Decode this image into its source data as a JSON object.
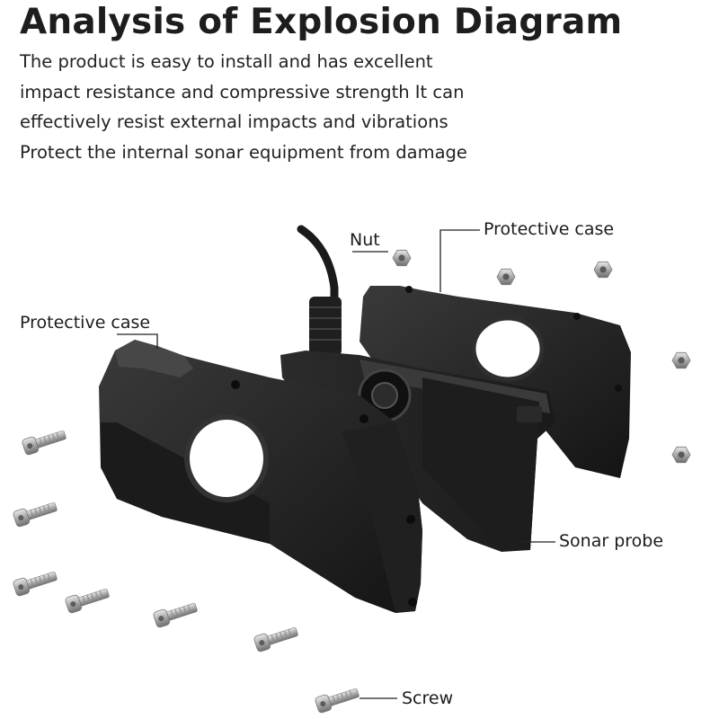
{
  "title": "Analysis of Explosion Diagram",
  "description_lines": [
    "The product is easy to install and has excellent",
    "impact resistance and compressive strength It can",
    "effectively resist external impacts and vibrations",
    "Protect the internal sonar equipment from damage"
  ],
  "labels": {
    "nut": "Nut",
    "protective_case_right": "Protective case",
    "protective_case_left": "Protective case",
    "sonar_probe": "Sonar probe",
    "screw": "Screw"
  }
}
